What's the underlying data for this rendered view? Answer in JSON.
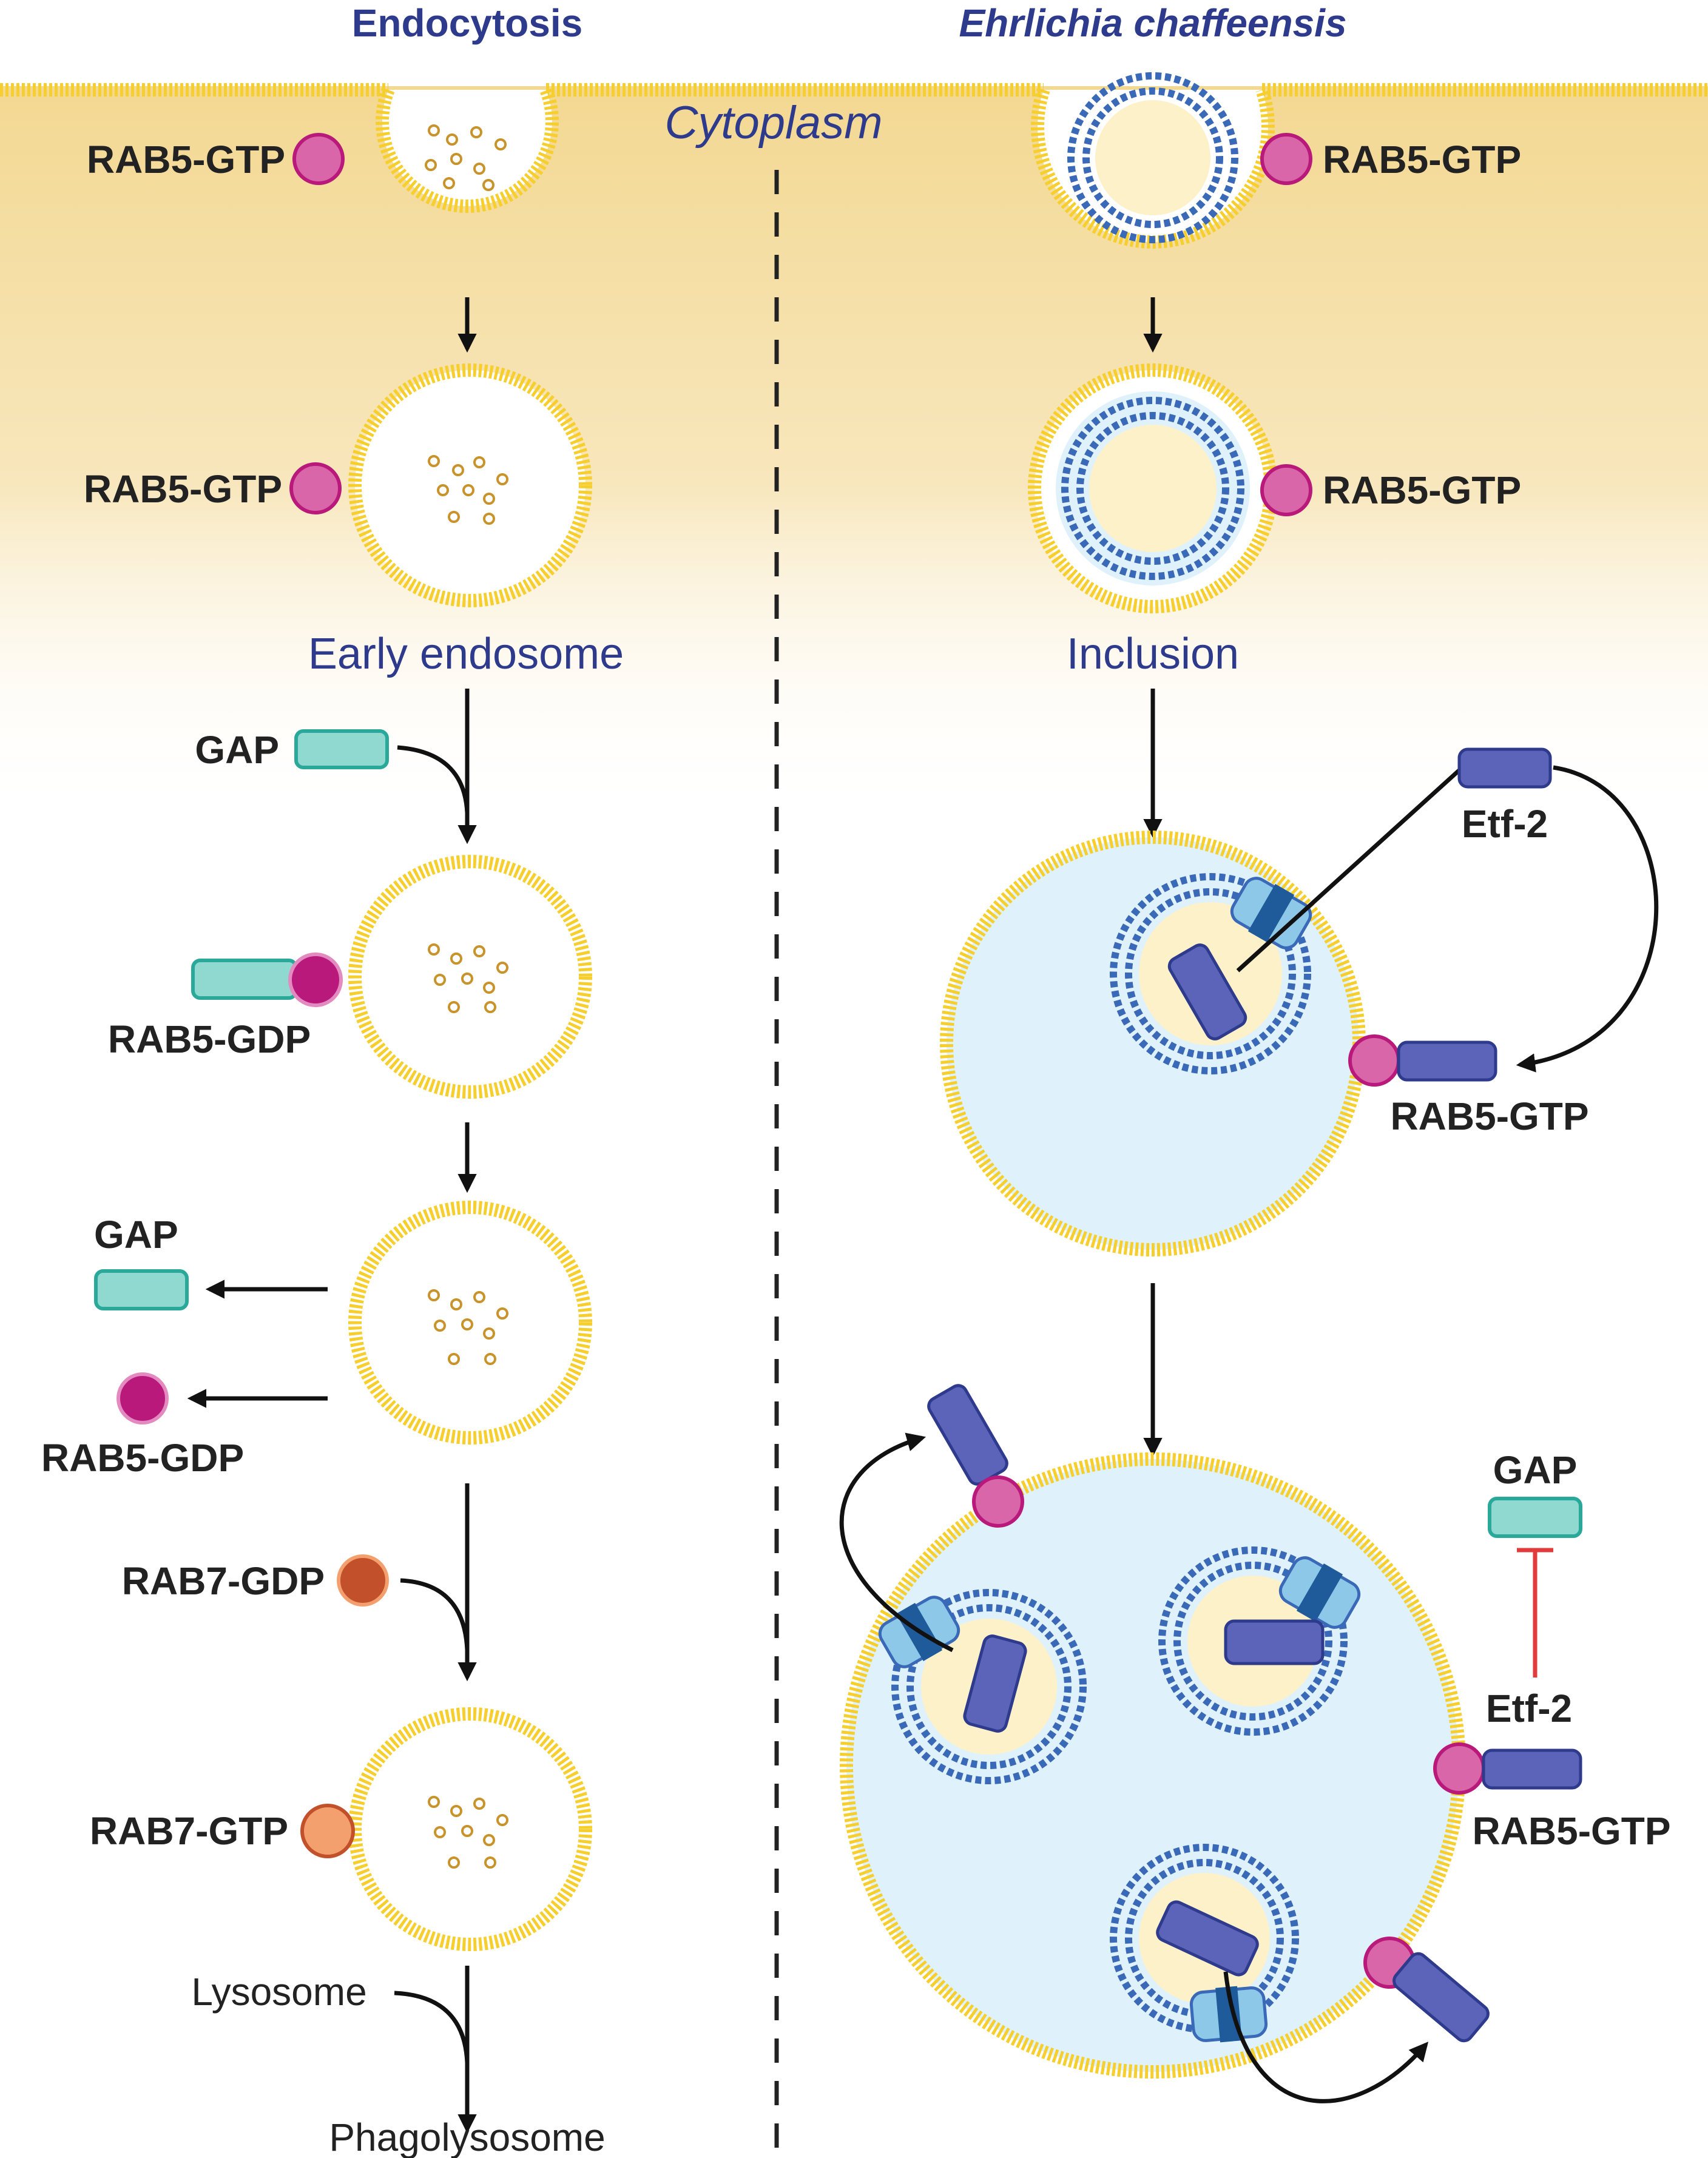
{
  "headers": {
    "left": "Endocytosis",
    "right": "Ehrlichia chaffeensis",
    "center": "Cytoplasm"
  },
  "left_column": {
    "rab5_gtp_1": "RAB5-GTP",
    "rab5_gtp_2": "RAB5-GTP",
    "stage_early": "Early endosome",
    "gap_1": "GAP",
    "rab5_gdp_1": "RAB5-GDP",
    "gap_2": "GAP",
    "rab5_gdp_2": "RAB5-GDP",
    "rab7_gdp": "RAB7-GDP",
    "rab7_gtp": "RAB7-GTP",
    "lysosome": "Lysosome",
    "phagolysosome": "Phagolysosome"
  },
  "right_column": {
    "rab5_gtp_1": "RAB5-GTP",
    "rab5_gtp_2": "RAB5-GTP",
    "stage_inclusion": "Inclusion",
    "etf2_1": "Etf-2",
    "rab5_gtp_3": "RAB5-GTP",
    "gap": "GAP",
    "etf2_2": "Etf-2",
    "rab5_gtp_4": "RAB5-GTP"
  },
  "colors": {
    "cytoplasm_gradient_top": "#f3d892",
    "membrane": "#f6cf2e",
    "rab5_gtp": "#d966a8",
    "rab5_gdp": "#b8197a",
    "rab7_gdp": "#c2502a",
    "rab7_gtp": "#f3a06e",
    "gap": "#8fd9d0",
    "etf2": "#5b64b8",
    "bacterium_ring": "#3a69b8",
    "inclusion_lumen": "#dff1fb",
    "inhibition": "#e23b3b"
  }
}
